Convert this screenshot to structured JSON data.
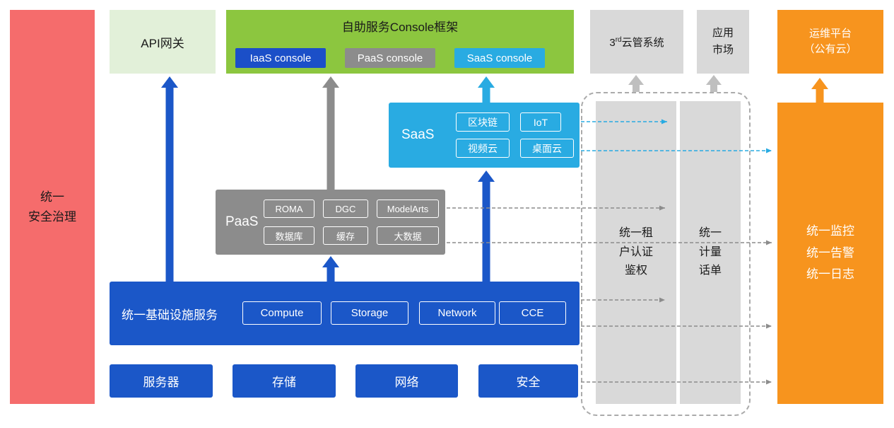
{
  "colors": {
    "red": "#F56C6C",
    "pale_green": "#E2F0D9",
    "green": "#8CC63F",
    "blue": "#1B57C8",
    "gray": "#8C8C8C",
    "light_gray": "#D9D9D9",
    "cyan": "#29ABE2",
    "orange": "#F7941E"
  },
  "security_bar": {
    "label": "统一\n安全治理"
  },
  "api_gateway": {
    "label": "API网关"
  },
  "console_frame": {
    "title": "自助服务Console框架",
    "consoles": [
      "IaaS console",
      "PaaS console",
      "SaaS console"
    ]
  },
  "third_cloud": {
    "num": "3",
    "sup": "rd",
    "rest": "云管系统"
  },
  "app_market": {
    "label": "应用\n市场"
  },
  "om_platform": {
    "label": "运维平台\n（公有云）"
  },
  "saas": {
    "label": "SaaS",
    "items": [
      "区块链",
      "IoT",
      "视频云",
      "桌面云"
    ]
  },
  "paas": {
    "label": "PaaS",
    "items": [
      "ROMA",
      "DGC",
      "ModelArts",
      "数据库",
      "缓存",
      "大数据"
    ]
  },
  "infrastructure": {
    "label": "统一基础设施服务",
    "items": [
      "Compute",
      "Storage",
      "Network",
      "CCE"
    ]
  },
  "resources": {
    "items": [
      "服务器",
      "存储",
      "网络",
      "安全"
    ]
  },
  "auth_bar": {
    "label": "统一租\n户认证\n鉴权"
  },
  "billing_bar": {
    "label": "统一\n计量\n话单"
  },
  "ops_bar": {
    "label": "统一监控\n统一告警\n统一日志"
  }
}
